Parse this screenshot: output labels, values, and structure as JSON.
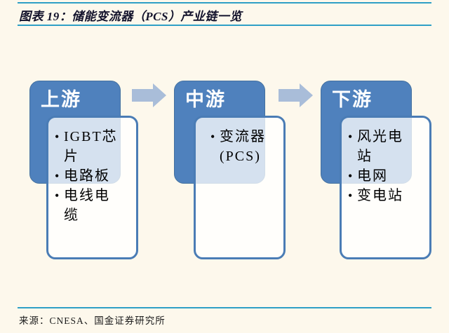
{
  "figure": {
    "title": "图表 19：储能变流器（PCS）产业链一览",
    "source": "来源：CNESA、国金证券研究所"
  },
  "diagram": {
    "groups": [
      {
        "heading": "上游",
        "items": [
          [
            "IGBT芯",
            "片"
          ],
          [
            "电路板"
          ],
          [
            "电线电",
            "缆"
          ]
        ]
      },
      {
        "heading": "中游",
        "items": [
          [
            "变流器",
            "(PCS)"
          ]
        ]
      },
      {
        "heading": "下游",
        "items": [
          [
            "风光电",
            "站"
          ],
          [
            "电网"
          ],
          [
            "变电站"
          ]
        ]
      }
    ],
    "bullet_glyph": "•",
    "arrows": [
      "right-arrow",
      "right-arrow"
    ]
  },
  "colors": {
    "page_background": "#fdf8ec",
    "stage_box_blue": "#4f81bd",
    "card_border_blue": "#4a7cb5",
    "arrow_light_blue": "#a9bdd9",
    "rule_teal": "#2e9fc6",
    "title_text": "#12122b",
    "heading_text": "#ffffff",
    "body_text": "#000000"
  }
}
